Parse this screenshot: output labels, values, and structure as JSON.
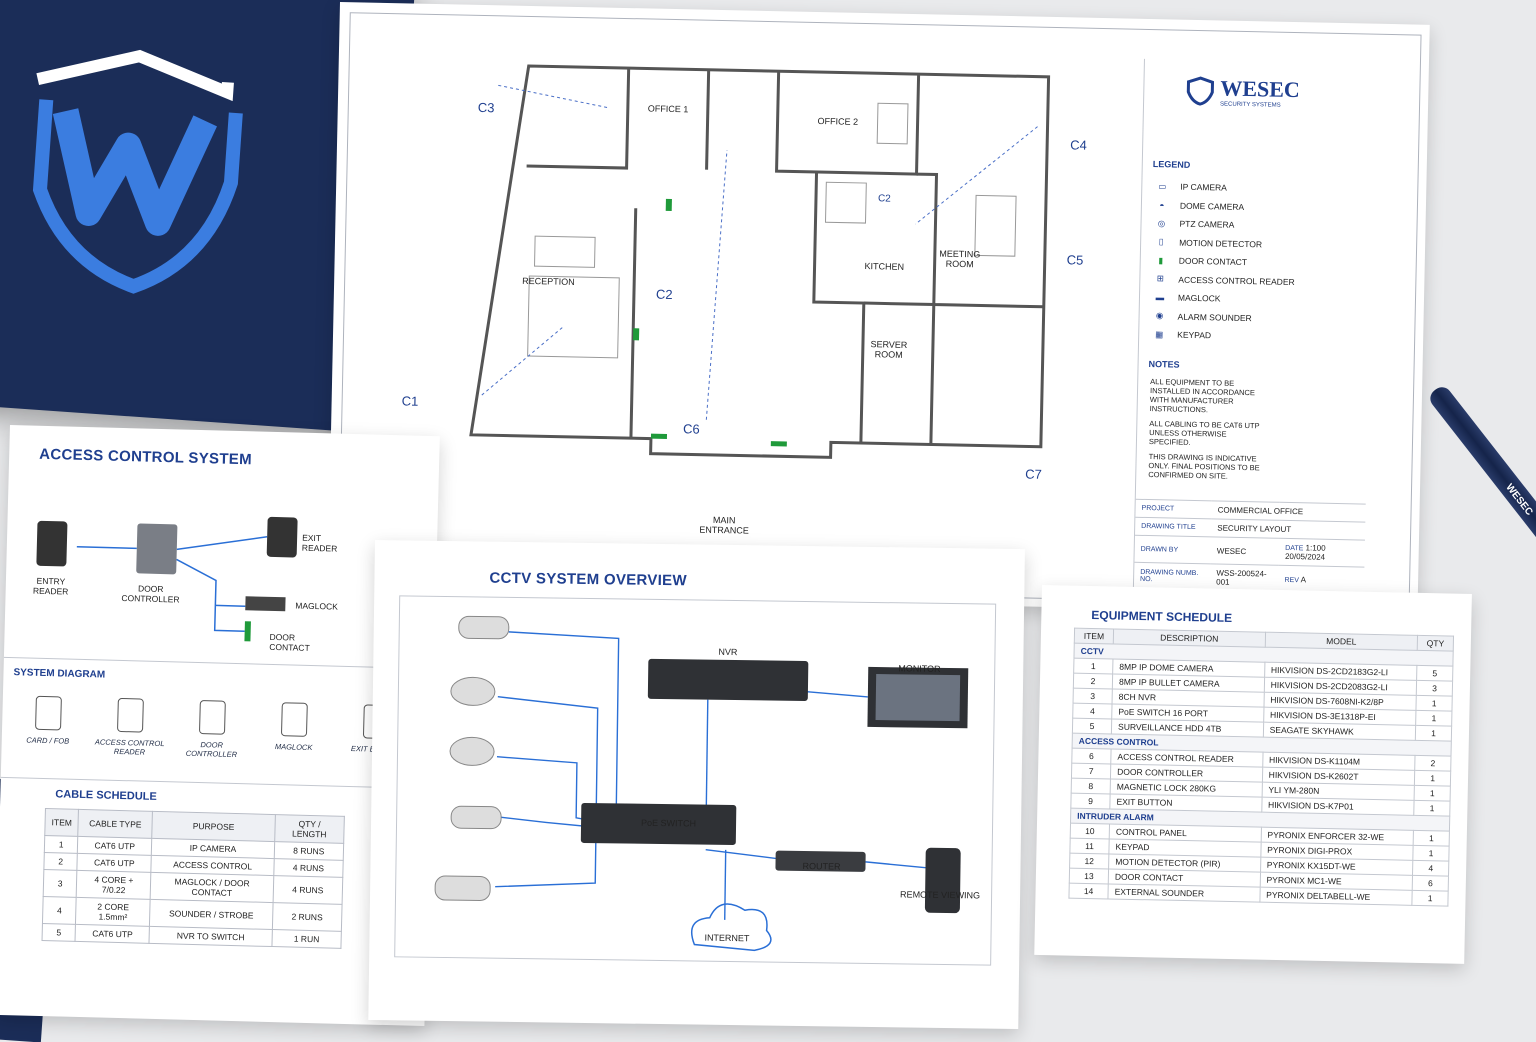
{
  "brand": {
    "name": "WESEC",
    "tagline": "SECURITY SYSTEMS"
  },
  "colors": {
    "navy": "#1b2d58",
    "accent": "#1f3f8f",
    "bright_blue": "#2a6fd6",
    "green": "#1f9a3a"
  },
  "floor_plan": {
    "rooms": [
      "OFFICE 1",
      "OFFICE 2",
      "RECEPTION",
      "KITCHEN",
      "MEETING ROOM",
      "SERVER ROOM",
      "MAIN ENTRANCE"
    ],
    "cameras": [
      "C1",
      "C2",
      "C3",
      "C4",
      "C5",
      "C6",
      "C7"
    ],
    "dome_label": "C2"
  },
  "legend": {
    "title": "LEGEND",
    "items": [
      "IP CAMERA",
      "DOME CAMERA",
      "PTZ CAMERA",
      "MOTION DETECTOR",
      "DOOR CONTACT",
      "ACCESS CONTROL READER",
      "MAGLOCK",
      "ALARM SOUNDER",
      "KEYPAD"
    ]
  },
  "notes": {
    "title": "NOTES",
    "items": [
      "ALL EQUIPMENT TO BE INSTALLED IN ACCORDANCE WITH MANUFACTURER INSTRUCTIONS.",
      "ALL CABLING TO BE CAT6 UTP UNLESS OTHERWISE SPECIFIED.",
      "THIS DRAWING IS INDICATIVE ONLY. FINAL POSITIONS TO BE CONFIRMED ON SITE."
    ]
  },
  "title_block": {
    "project_label": "PROJECT",
    "project": "COMMERCIAL OFFICE",
    "drawing_title_label": "DRAWING TITLE",
    "drawing_title": "SECURITY LAYOUT",
    "drawn_by_label": "DRAWN BY",
    "drawn_by": "WESEC",
    "date_label": "DATE",
    "scale": "1:100",
    "date": "20/05/2024",
    "drawing_no_label": "DRAWING NUMB. NO.",
    "drawing_no": "WSS-200524-001",
    "rev_label": "REV",
    "rev": "A"
  },
  "access_control": {
    "title": "ACCESS CONTROL SYSTEM",
    "entry_reader": "ENTRY READER",
    "door_controller": "DOOR CONTROLLER",
    "exit_reader": "EXIT READER",
    "maglock": "MAGLOCK",
    "door_contact": "DOOR CONTACT",
    "system_diagram": "SYSTEM DIAGRAM",
    "diagram_items": [
      "CARD / FOB",
      "ACCESS CONTROL READER",
      "DOOR CONTROLLER",
      "MAGLOCK",
      "EXIT BUTTON"
    ]
  },
  "cable_schedule": {
    "title": "CABLE SCHEDULE",
    "headers": [
      "ITEM",
      "CABLE TYPE",
      "PURPOSE",
      "QTY / LENGTH"
    ],
    "rows": [
      [
        "1",
        "CAT6 UTP",
        "IP CAMERA",
        "8 RUNS"
      ],
      [
        "2",
        "CAT6 UTP",
        "ACCESS CONTROL",
        "4 RUNS"
      ],
      [
        "3",
        "4 CORE + 7/0.22",
        "MAGLOCK / DOOR CONTACT",
        "4 RUNS"
      ],
      [
        "4",
        "2 CORE 1.5mm²",
        "SOUNDER / STROBE",
        "2 RUNS"
      ],
      [
        "5",
        "CAT6 UTP",
        "NVR TO SWITCH",
        "1 RUN"
      ]
    ]
  },
  "cctv": {
    "title": "CCTV SYSTEM OVERVIEW",
    "nvr": "NVR",
    "monitor": "MONITOR",
    "switch": "PoE SWITCH",
    "router": "ROUTER",
    "remote": "REMOTE VIEWING",
    "internet": "INTERNET"
  },
  "equipment_schedule": {
    "title": "EQUIPMENT SCHEDULE",
    "headers": [
      "ITEM",
      "DESCRIPTION",
      "MODEL",
      "QTY"
    ],
    "sections": [
      {
        "name": "CCTV",
        "rows": [
          [
            "1",
            "8MP IP DOME CAMERA",
            "HIKVISION DS-2CD2183G2-LI",
            "5"
          ],
          [
            "2",
            "8MP IP BULLET CAMERA",
            "HIKVISION DS-2CD2083G2-LI",
            "3"
          ],
          [
            "3",
            "8CH NVR",
            "HIKVISION DS-7608NI-K2/8P",
            "1"
          ],
          [
            "4",
            "PoE SWITCH 16 PORT",
            "HIKVISION DS-3E1318P-EI",
            "1"
          ],
          [
            "5",
            "SURVEILLANCE HDD 4TB",
            "SEAGATE SKYHAWK",
            "1"
          ]
        ]
      },
      {
        "name": "ACCESS CONTROL",
        "rows": [
          [
            "6",
            "ACCESS CONTROL READER",
            "HIKVISION DS-K1104M",
            "2"
          ],
          [
            "7",
            "DOOR CONTROLLER",
            "HIKVISION DS-K2602T",
            "1"
          ],
          [
            "8",
            "MAGNETIC LOCK 280KG",
            "YLI YM-280N",
            "1"
          ],
          [
            "9",
            "EXIT BUTTON",
            "HIKVISION DS-K7P01",
            "1"
          ]
        ]
      },
      {
        "name": "INTRUDER ALARM",
        "rows": [
          [
            "10",
            "CONTROL PANEL",
            "PYRONIX ENFORCER 32-WE",
            "1"
          ],
          [
            "11",
            "KEYPAD",
            "PYRONIX DIGI-PROX",
            "1"
          ],
          [
            "12",
            "MOTION DETECTOR (PIR)",
            "PYRONIX KX15DT-WE",
            "4"
          ],
          [
            "13",
            "DOOR CONTACT",
            "PYRONIX MC1-WE",
            "6"
          ],
          [
            "14",
            "EXTERNAL SOUNDER",
            "PYRONIX DELTABELL-WE",
            "1"
          ]
        ]
      }
    ]
  },
  "pen": {
    "brand": "WESEC"
  }
}
